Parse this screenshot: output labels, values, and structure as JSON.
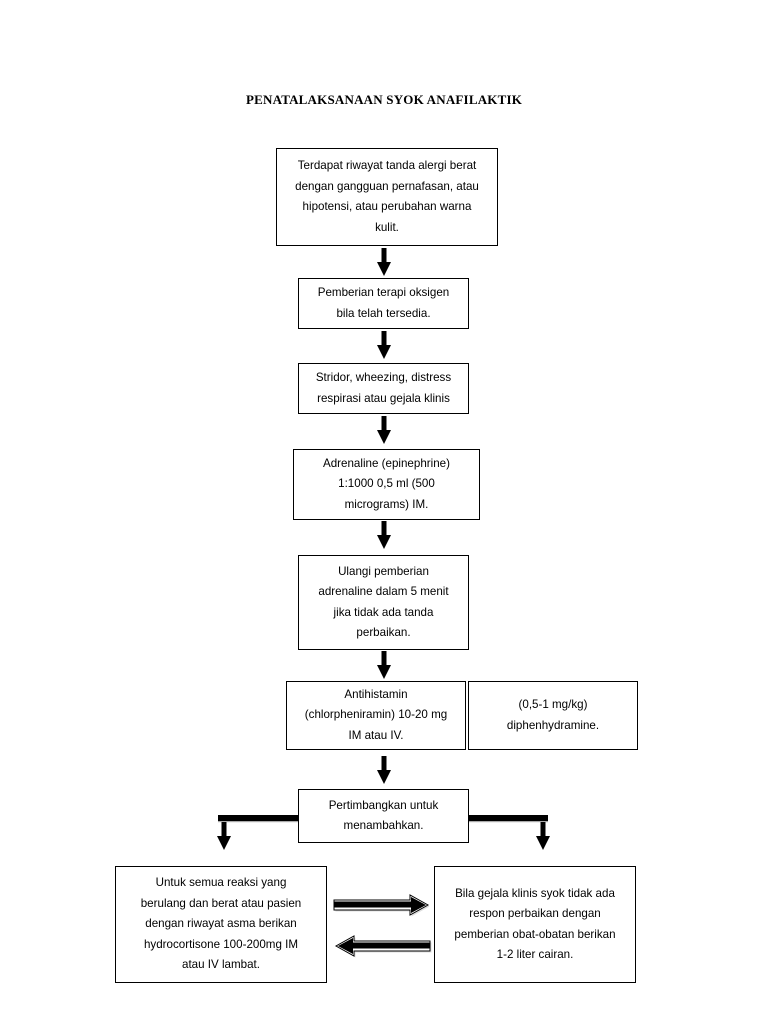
{
  "title": "PENATALAKSANAAN SYOK ANAFILAKTIK",
  "steps": {
    "s1": "Terdapat riwayat tanda alergi berat\ndengan gangguan pernafasan, atau\nhipotensi, atau perubahan warna\nkulit.",
    "s2": "Pemberian terapi oksigen\nbila telah tersedia.",
    "s3": "Stridor, wheezing, distress\nrespirasi atau gejala klinis",
    "s4": "Adrenaline (epinephrine)\n1:1000 0,5 ml (500\nmicrograms) IM.",
    "s5": "Ulangi pemberian\nadrenaline dalam 5 menit\njika tidak ada tanda\nperbaikan.",
    "s6": "Antihistamin\n(chlorpheniramin) 10-20 mg\nIM atau IV.",
    "s6b": "(0,5-1 mg/kg)\ndiphenhydramine.",
    "s7": "Pertimbangkan untuk\nmenambahkan.",
    "s8": "Untuk semua reaksi yang\nberulang dan berat atau pasien\ndengan riwayat asma berikan\nhydrocortisone 100-200mg IM\natau IV lambat.",
    "s9": "Bila gejala klinis syok tidak ada\nrespon perbaikan dengan\npemberian obat-obatan berikan\n1-2 liter cairan."
  }
}
